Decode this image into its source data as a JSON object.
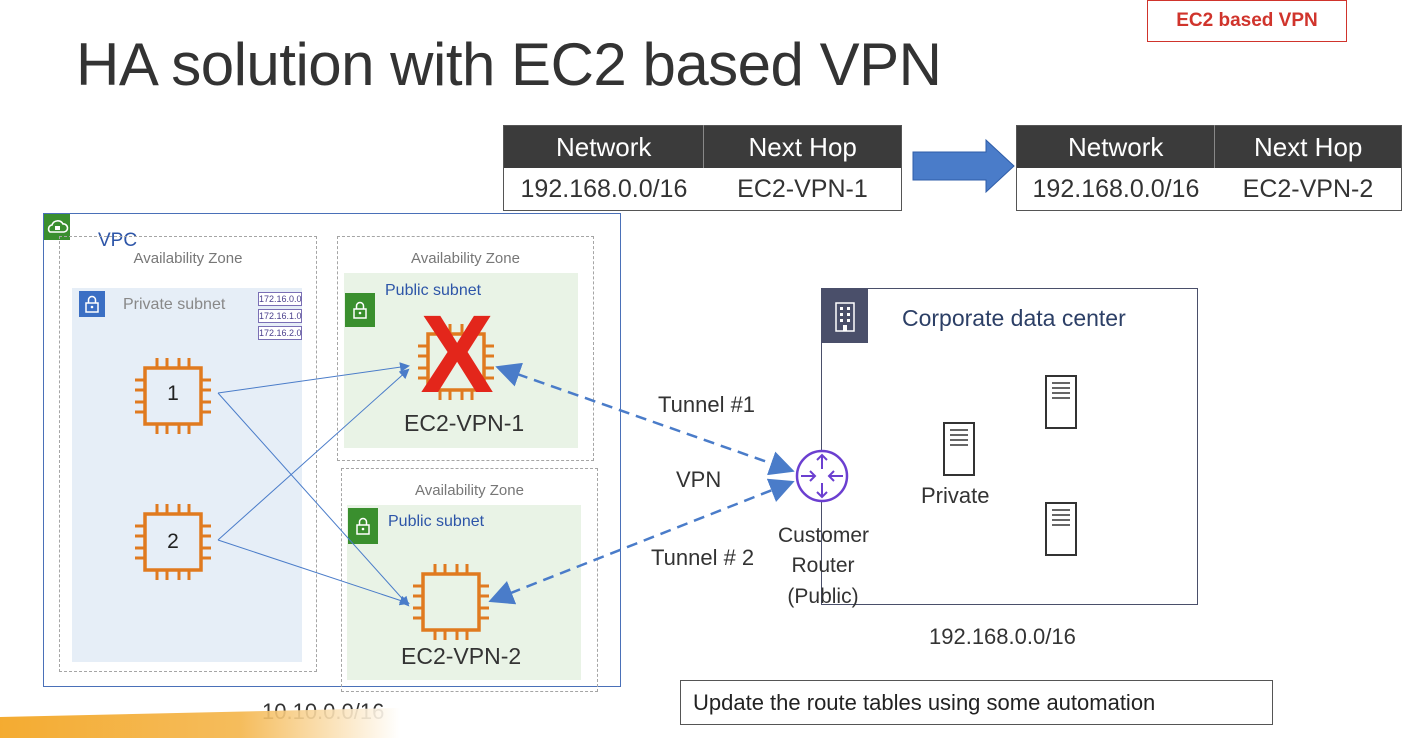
{
  "slide": {
    "title": "HA solution with EC2 based VPN",
    "badge": "EC2 based VPN"
  },
  "route_table_before": {
    "headers": [
      "Network",
      "Next Hop"
    ],
    "row": [
      "192.168.0.0/16",
      "EC2-VPN-1"
    ]
  },
  "route_table_after": {
    "headers": [
      "Network",
      "Next Hop"
    ],
    "row": [
      "192.168.0.0/16",
      "EC2-VPN-2"
    ]
  },
  "vpc": {
    "label": "VPC",
    "cidr": "10.10.0.0/16",
    "az_label": "Availability Zone",
    "private_subnet_label": "Private subnet",
    "public_subnet_label": "Public subnet",
    "route_entries": [
      "172.16.0.0",
      "172.16.1.0",
      "172.16.2.0"
    ],
    "instances": [
      "1",
      "2"
    ],
    "vpn_instances": [
      "EC2-VPN-1",
      "EC2-VPN-2"
    ],
    "failed_marker": "X"
  },
  "connections": {
    "tunnel1": "Tunnel #1",
    "vpn": "VPN",
    "tunnel2": "Tunnel # 2"
  },
  "router": {
    "label_line1": "Customer",
    "label_line2": "Router",
    "label_line3": "(Public)"
  },
  "datacenter": {
    "title": "Corporate data center",
    "private_label": "Private",
    "cidr": "192.168.0.0/16"
  },
  "note": "Update the route tables using some automation",
  "colors": {
    "ec2_orange": "#e07a1f",
    "failed_red": "#e3261b",
    "arrow_blue": "#4a7cc9",
    "router_purple": "#6b3fd0",
    "public_green": "#3a8f2e",
    "private_blue": "#3b6fc4",
    "badge_red": "#d0342c"
  }
}
